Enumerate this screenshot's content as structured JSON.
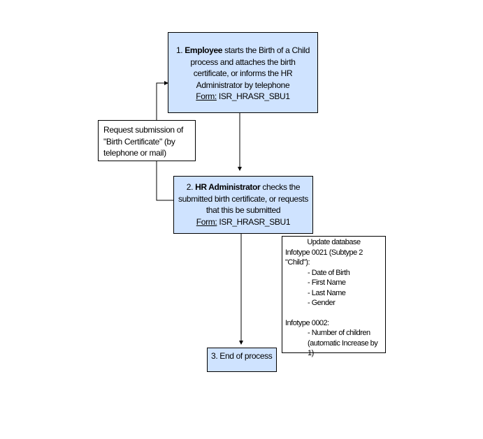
{
  "colors": {
    "process_fill": "#cfe3ff",
    "note_fill": "#ffffff",
    "line": "#000000"
  },
  "step1": {
    "number": "1.",
    "actor": "Employee",
    "text": "starts the Birth of a Child process and attaches the birth certificate, or informs the HR Administrator by telephone",
    "form_label": "Form:",
    "form_value": "ISR_HRASR_SBU1"
  },
  "request_note": {
    "text": "Request submission of \"Birth Certificate\" (by telephone or mail)"
  },
  "step2": {
    "number": "2.",
    "actor": "HR Administrator",
    "text": "checks the submitted birth certificate, or requests that this be submitted",
    "form_label": "Form:",
    "form_value": "ISR_HRASR_SBU1"
  },
  "database_note": {
    "title": "Update database",
    "infotype1_label": "Infotype 0021 (Subtype 2 \"Child\"):",
    "infotype1_fields": [
      "- Date of Birth",
      "- First Name",
      "- Last Name",
      "- Gender"
    ],
    "infotype2_label": "Infotype 0002:",
    "infotype2_fields": [
      "- Number of children (automatic Increase by 1)"
    ]
  },
  "step3": {
    "label": "3. End of process"
  }
}
